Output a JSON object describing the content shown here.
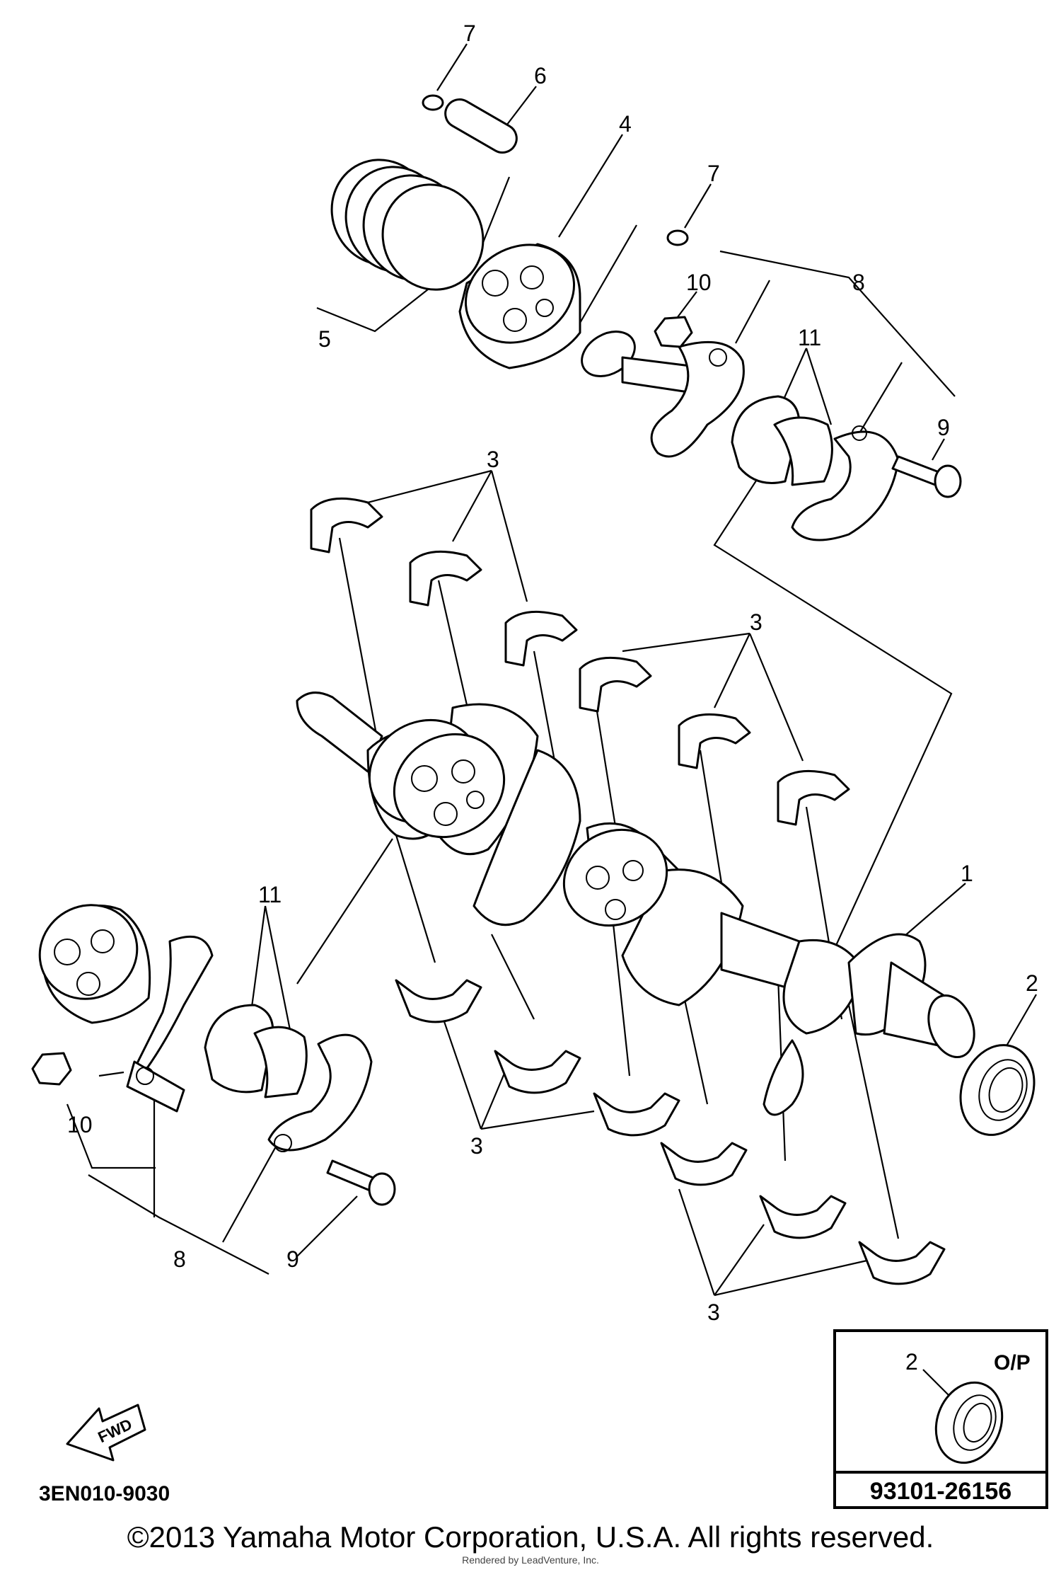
{
  "callouts": {
    "c1": "1",
    "c2": "2",
    "c3a": "3",
    "c3b": "3",
    "c3c": "3",
    "c3d": "3",
    "c4": "4",
    "c5": "5",
    "c6": "6",
    "c7a": "7",
    "c7b": "7",
    "c8a": "8",
    "c8b": "8",
    "c9a": "9",
    "c9b": "9",
    "c10a": "10",
    "c10b": "10",
    "c11a": "11",
    "c11b": "11"
  },
  "inset": {
    "callout": "2",
    "label": "O/P",
    "part_number": "93101-26156"
  },
  "fwd_label": "FWD",
  "diagram_code": "3EN010-9030",
  "copyright": "©2013 Yamaha Motor Corporation, U.S.A. All rights reserved.",
  "render_note": "Rendered by LeadVenture, Inc."
}
